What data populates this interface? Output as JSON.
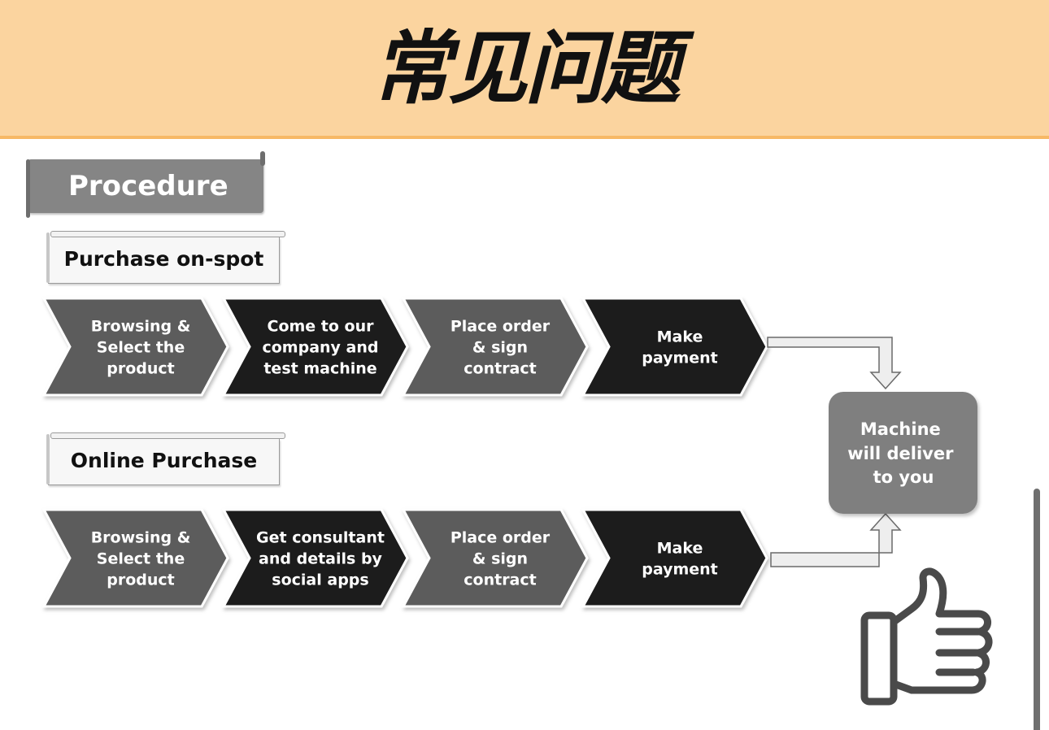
{
  "header": {
    "title": "常见问题"
  },
  "procedure": {
    "label": "Procedure"
  },
  "lanes": [
    {
      "label": "Purchase on-spot",
      "steps": [
        [
          "Browsing &",
          "Select the",
          "product"
        ],
        [
          "Come to our",
          "company and",
          "test machine"
        ],
        [
          "Place order",
          "& sign",
          "contract"
        ],
        [
          "Make",
          "payment"
        ]
      ]
    },
    {
      "label": "Online Purchase",
      "steps": [
        [
          "Browsing &",
          "Select the",
          "product"
        ],
        [
          "Get consultant",
          "and details by",
          "social apps"
        ],
        [
          "Place order",
          "& sign",
          "contract"
        ],
        [
          "Make",
          "payment"
        ]
      ]
    }
  ],
  "result": {
    "lines": [
      "Machine",
      "will deliver",
      "to you"
    ]
  },
  "icons": {
    "like": "thumbs-up-icon"
  },
  "colors": {
    "banner": "#fbd49f",
    "step_dark": "#1a1a1a",
    "step_gray": "#5b5b5b",
    "result_box": "#7f7f7f"
  }
}
